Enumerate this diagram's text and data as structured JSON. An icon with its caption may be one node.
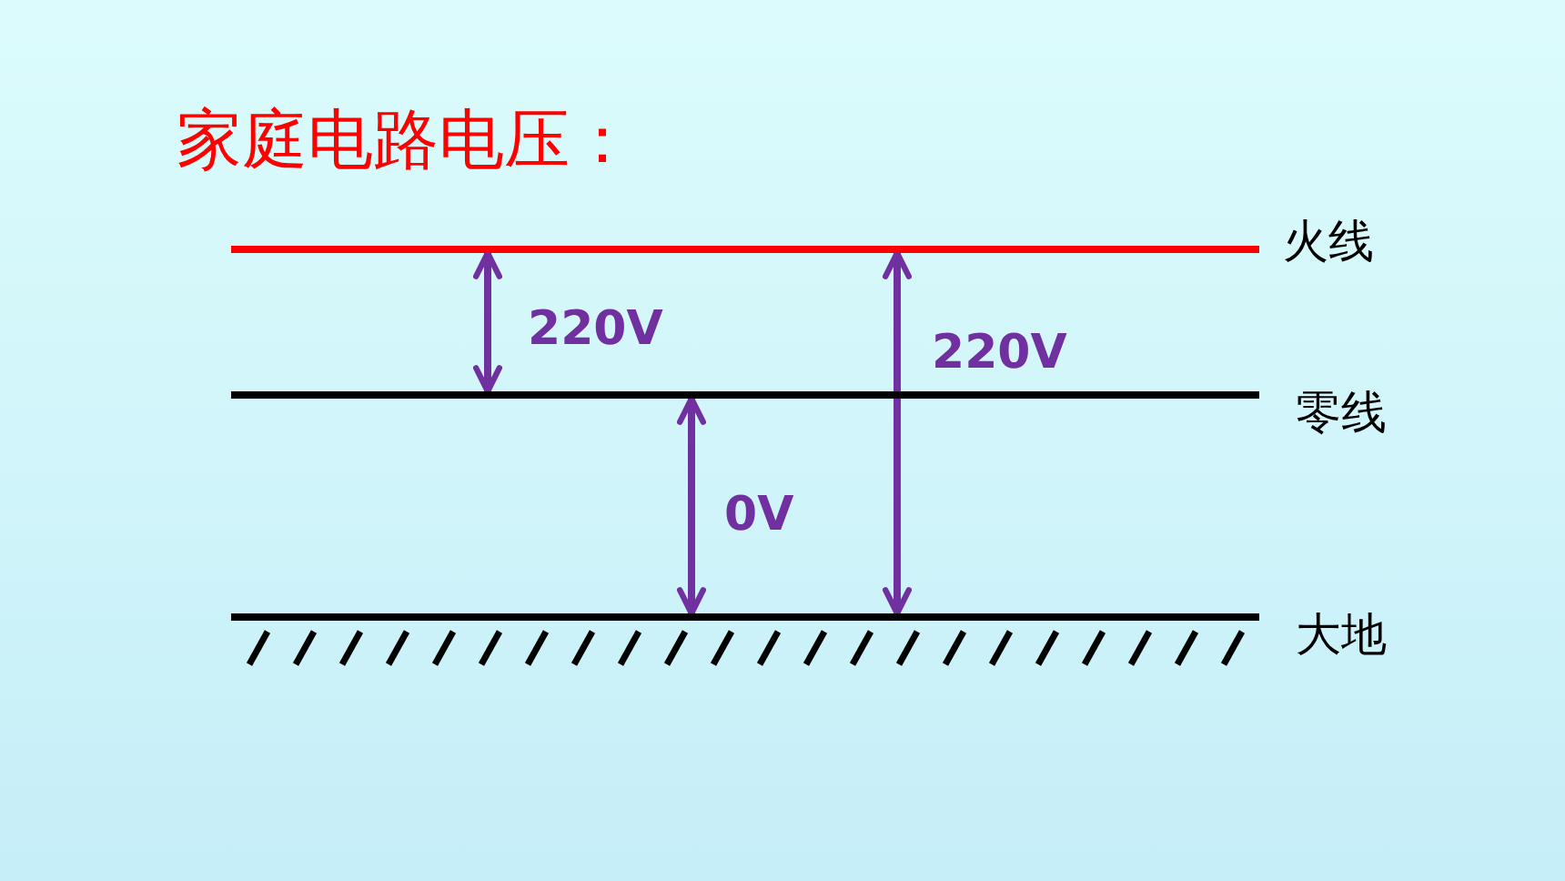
{
  "diagram": {
    "title": "家庭电路电压：",
    "nodes": [
      {
        "text": [],
        "shape": "bar",
        "beside": [
          "火线"
        ]
      },
      {
        "text": [],
        "shape": "bar",
        "beside": [
          "零线"
        ]
      },
      {
        "text": [],
        "shape": "bar",
        "beside": [
          "大地"
        ]
      }
    ],
    "edges": [
      {
        "from": 0,
        "to": 1,
        "arrow": "both",
        "label": "220V"
      },
      {
        "from": 1,
        "to": 2,
        "arrow": "both",
        "label": "0V"
      },
      {
        "from": 0,
        "to": 2,
        "arrow": "both",
        "label": "220V"
      }
    ]
  }
}
